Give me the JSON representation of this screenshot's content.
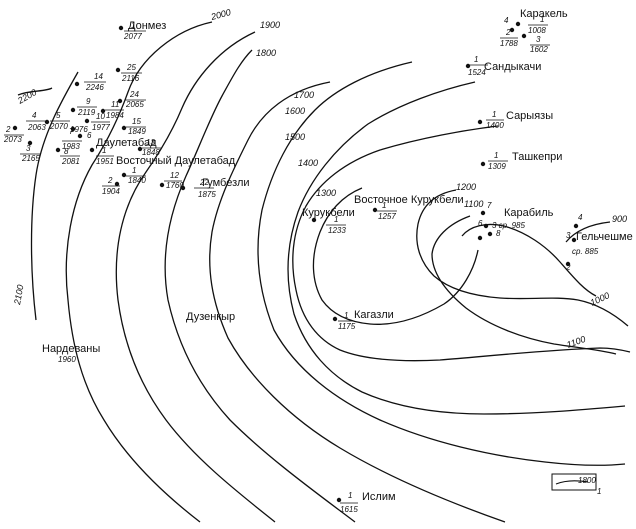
{
  "map": {
    "contours": [
      {
        "id": "c2200",
        "label": "2200"
      },
      {
        "id": "c2100",
        "label": "2100"
      },
      {
        "id": "c2000",
        "label": "2000"
      },
      {
        "id": "c1900",
        "label": "1900"
      },
      {
        "id": "c1800",
        "label": "1800"
      },
      {
        "id": "c1700",
        "label": "1700"
      },
      {
        "id": "c1600",
        "label": "1600"
      },
      {
        "id": "c1500",
        "label": "1500"
      },
      {
        "id": "c1400",
        "label": "1400"
      },
      {
        "id": "c1300",
        "label": "1300"
      },
      {
        "id": "c1200",
        "label": "1200"
      },
      {
        "id": "c1100",
        "label": "1100"
      },
      {
        "id": "c1000",
        "label": "1000"
      },
      {
        "id": "c900",
        "label": "900"
      }
    ],
    "places": {
      "donmez": "Донмез",
      "dauletabad": "Даулетабад",
      "vostochny_dauletabad": "Восточный Даулетабад",
      "gumbezli": "Гумбезли",
      "duzenkyr": "Дузенкыр",
      "nardevany": "Нардеваны",
      "nardevany_value": "1960",
      "kurukbeli": "Курукбели",
      "vostochnoe_kurukbeli": "Восточное Курукбели",
      "kagazli": "Кагазли",
      "islim": "Ислим",
      "karakel": "Каракель",
      "sandykachi": "Сандыкачи",
      "saryyazy": "Сарыязы",
      "tashkepri": "Ташкепри",
      "karabil": "Карабиль",
      "karabil_note": "3 ср. 985",
      "gelchishme": "Гельчешме",
      "gelchishme_note": "ср. 885"
    },
    "wells": [
      {
        "num": "1",
        "val": "2077"
      },
      {
        "num": "25",
        "val": "2116"
      },
      {
        "num": "14",
        "val": "2246"
      },
      {
        "num": "24",
        "val": "2065"
      },
      {
        "num": "11",
        "val": "1984"
      },
      {
        "num": "9",
        "val": "2119"
      },
      {
        "num": "10",
        "val": "1977"
      },
      {
        "num": "5",
        "val": "2070"
      },
      {
        "num": "4",
        "val": "2063"
      },
      {
        "num": "2",
        "val": "2073"
      },
      {
        "num": "3",
        "val": "2165"
      },
      {
        "num": "7",
        "val": "1976"
      },
      {
        "num": "6",
        "val": "1983"
      },
      {
        "num": "8",
        "val": "2081"
      },
      {
        "num": "1",
        "val": "1951"
      },
      {
        "num": "15",
        "val": "1849"
      },
      {
        "num": "13",
        "val": "1848"
      },
      {
        "num": "2",
        "val": "1904"
      },
      {
        "num": "1",
        "val": "1840"
      },
      {
        "num": "12",
        "val": "1760"
      },
      {
        "num": "22",
        "val": "1875"
      },
      {
        "num": "1",
        "val": "1233"
      },
      {
        "num": "1",
        "val": "1257"
      },
      {
        "num": "1",
        "val": "1175"
      },
      {
        "num": "1",
        "val": "1615"
      },
      {
        "num": "1",
        "val": "1008"
      },
      {
        "num": "2",
        "val": "1788"
      },
      {
        "num": "3",
        "val": "1602"
      },
      {
        "num": "1",
        "val": "1524"
      },
      {
        "num": "1",
        "val": "1400"
      },
      {
        "num": "1",
        "val": "1309"
      }
    ],
    "point_labels": [
      "4",
      "7",
      "6",
      "8",
      "4",
      "3",
      "2"
    ],
    "legend": {
      "value": "1800",
      "number": "1"
    }
  }
}
